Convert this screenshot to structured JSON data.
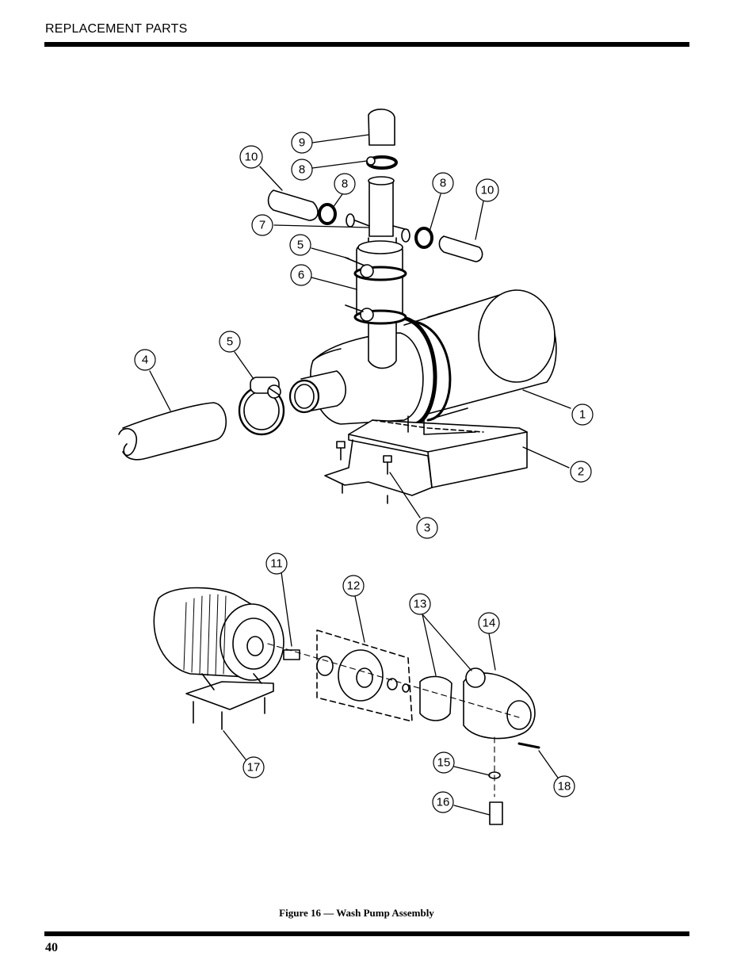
{
  "header": {
    "section_title": "REPLACEMENT PARTS"
  },
  "figure": {
    "caption": "Figure 16 — Wash Pump Assembly",
    "callouts_upper": [
      "9",
      "8",
      "10",
      "8",
      "8",
      "10",
      "7",
      "5",
      "6",
      "5",
      "4",
      "1",
      "2",
      "3"
    ],
    "callouts_lower": [
      "11",
      "12",
      "13",
      "14",
      "15",
      "16",
      "17",
      "18"
    ]
  },
  "footer": {
    "page_number": "40"
  }
}
